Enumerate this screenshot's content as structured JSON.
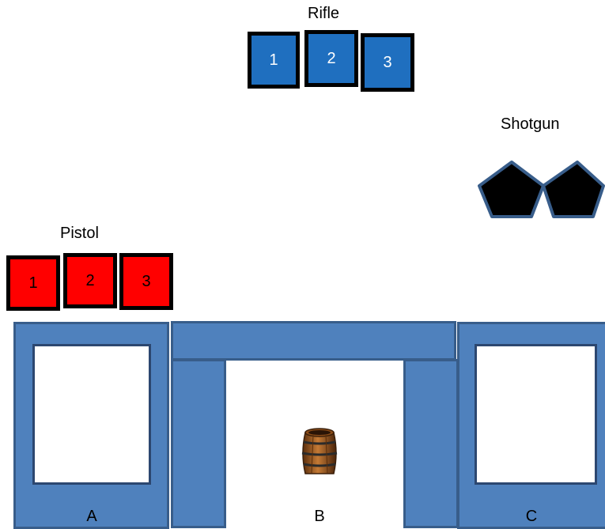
{
  "rifle": {
    "title": "Rifle",
    "targets": [
      "1",
      "2",
      "3"
    ],
    "color": "#1f6fbf"
  },
  "shotgun": {
    "title": "Shotgun",
    "targets": [
      "pentagon",
      "pentagon"
    ],
    "color": "#000000"
  },
  "pistol": {
    "title": "Pistol",
    "targets": [
      "1",
      "2",
      "3"
    ],
    "color": "#ff0000"
  },
  "stations": {
    "a": "A",
    "b": "B",
    "c": "C"
  },
  "structure": {
    "wall_color": "#4f81bd",
    "wall_border": "#385d8a"
  },
  "props": {
    "barrel_icon": "barrel-icon"
  }
}
